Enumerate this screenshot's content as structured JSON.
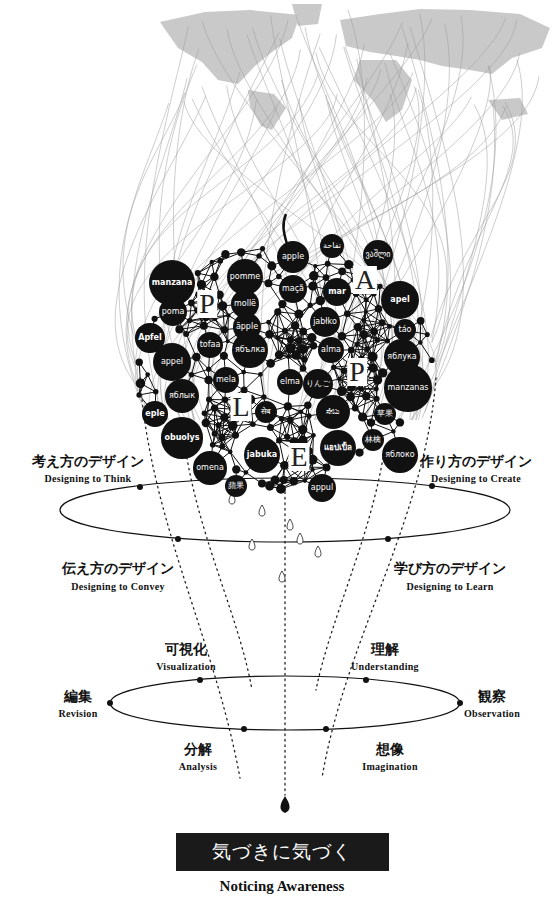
{
  "diagram": {
    "caption": "Noticing Awareness",
    "nodes": [
      {
        "text": [
          "pomme"
        ]
      },
      {
        "text": [
          "apple"
        ]
      },
      {
        "text": [
          "تفاحة"
        ]
      },
      {
        "text": [
          "ვაშლი"
        ]
      },
      {
        "text": [
          "manzana"
        ]
      },
      {
        "text": [
          "maçã"
        ]
      },
      {
        "text": [
          "mar"
        ]
      },
      {
        "text": [
          "apel"
        ]
      },
      {
        "text": [
          "mollë"
        ]
      },
      {
        "text": [
          "poma"
        ]
      },
      {
        "text": [
          "Apfel"
        ]
      },
      {
        "text": [
          "äpple"
        ]
      },
      {
        "text": [
          "jabłko"
        ]
      },
      {
        "text": [
          "táo"
        ]
      },
      {
        "text": [
          "ябълка"
        ]
      },
      {
        "text": [
          "tofaa"
        ]
      },
      {
        "text": [
          "alma"
        ]
      },
      {
        "text": [
          "appel"
        ]
      },
      {
        "text": [
          "яблука"
        ]
      },
      {
        "text": [
          "mela"
        ]
      },
      {
        "text": [
          "elma"
        ]
      },
      {
        "text": [
          "りんご"
        ]
      },
      {
        "text": [
          "manzanas"
        ]
      },
      {
        "text": [
          "яблык"
        ]
      },
      {
        "text": [
          "eple"
        ]
      },
      {
        "text": [
          "सेब"
        ]
      },
      {
        "text": [
          "ಸೇಬು"
        ]
      },
      {
        "text": [
          "苹果"
        ]
      },
      {
        "text": [
          "obuolys"
        ]
      },
      {
        "text": [
          "แอปเปิ้ล"
        ]
      },
      {
        "text": [
          "jabuka"
        ]
      },
      {
        "text": [
          "林檎"
        ]
      },
      {
        "text": [
          "яблоко"
        ]
      },
      {
        "text": [
          "omena"
        ]
      },
      {
        "text": [
          "蘋果"
        ]
      },
      {
        "text": [
          "appul"
        ]
      },
      {
        "text": [
          "気づきに気づく"
        ]
      }
    ],
    "labels": [
      "A",
      "P",
      "P",
      "L",
      "E",
      "考え方のデザイン",
      "Designing to Think",
      "作り方のデザイン",
      "Designing to Create",
      "伝え方のデザイン",
      "Designing to Convey",
      "学び方のデザイン",
      "Designing to Learn",
      "可視化",
      "Visualization",
      "理解",
      "Understanding",
      "編集",
      "Revision",
      "観察",
      "Observation",
      "分解",
      "Analysis",
      "想像",
      "Imagination"
    ]
  }
}
